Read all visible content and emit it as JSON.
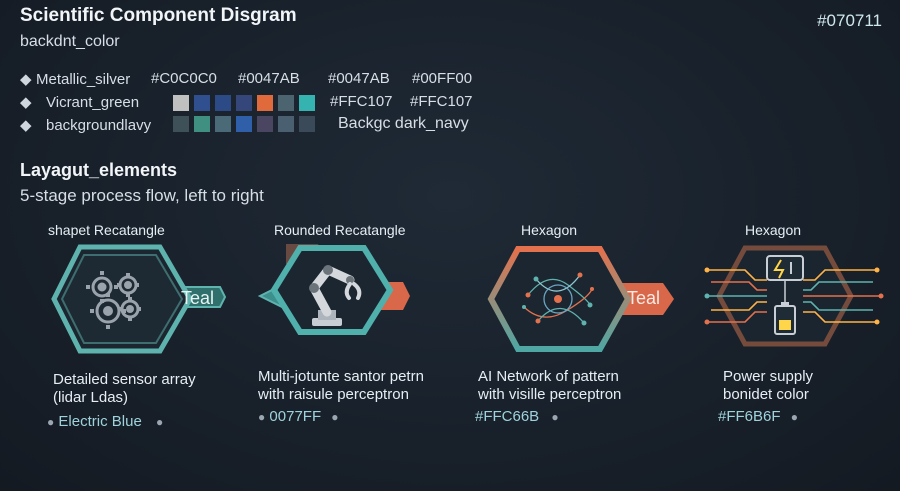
{
  "header": {
    "title": "Scientific Component Disgram",
    "subtitle": "backdnt_color",
    "hex_code": "#070711"
  },
  "palette": {
    "rows": [
      {
        "bullet": "◆",
        "name": "Metallic_silver",
        "codes": [
          "#C0C0C0",
          "#0047AB",
          "#0047AB",
          "#00FF00"
        ]
      },
      {
        "bullet": "◆",
        "name": "Vicrant_green",
        "codes": [
          "#FFC107",
          "#FFC107"
        ]
      },
      {
        "bullet": "◆",
        "name": "backgroundlavy",
        "codes": [
          "Backgc dark_navy"
        ]
      }
    ],
    "swatches_row1": [
      "#C0C0C0",
      "#2f4f8f",
      "#2c4b86",
      "#34467a",
      "#e06a3c",
      "#4b6470",
      "#35b3b0"
    ],
    "swatches_row2": [
      "#3f5158",
      "#3f9080",
      "#4a6a78",
      "#2f5fa8",
      "#4a4560",
      "#4a6070",
      "#3a4a58"
    ]
  },
  "layout": {
    "title": "Layagut_elements",
    "subtitle": "5-stage process flow, left to right"
  },
  "stages": [
    {
      "label": "shapet Recatangle",
      "tag": "Teal",
      "description": "Detailed sensor array\n(lidar Ldas)",
      "note": "Electric Blue",
      "icon": "gears-icon",
      "outline": "#5fb3ae",
      "arrow": "#5fb3ae"
    },
    {
      "label": "Rounded Recatangle",
      "tag": "",
      "description": "Multi-jotunte santor petrn\nwith raisule perceptron",
      "note": "0077FF",
      "icon": "robot-arm-icon",
      "outline": "#4fb0ac",
      "arrow": "#e4714d"
    },
    {
      "label": "Hexagon",
      "tag": "Teal",
      "description": "AI Network of pattern\nwith visille perceptron",
      "note": "#FFC66B",
      "icon": "neural-network-icon",
      "outline": "#e4714d",
      "arrow": "#e4714d"
    },
    {
      "label": "Hexagon",
      "tag": "",
      "description": "Power supply\nbonidet color",
      "note": "#FF6B6F",
      "icon": "battery-circuit-icon",
      "outline": "#c9785a",
      "arrow": "#7a6a60"
    }
  ],
  "colors": {
    "teal": "#5fb3ae",
    "coral": "#e4714d",
    "gold": "#ffb347",
    "silver": "#c9ced4"
  }
}
